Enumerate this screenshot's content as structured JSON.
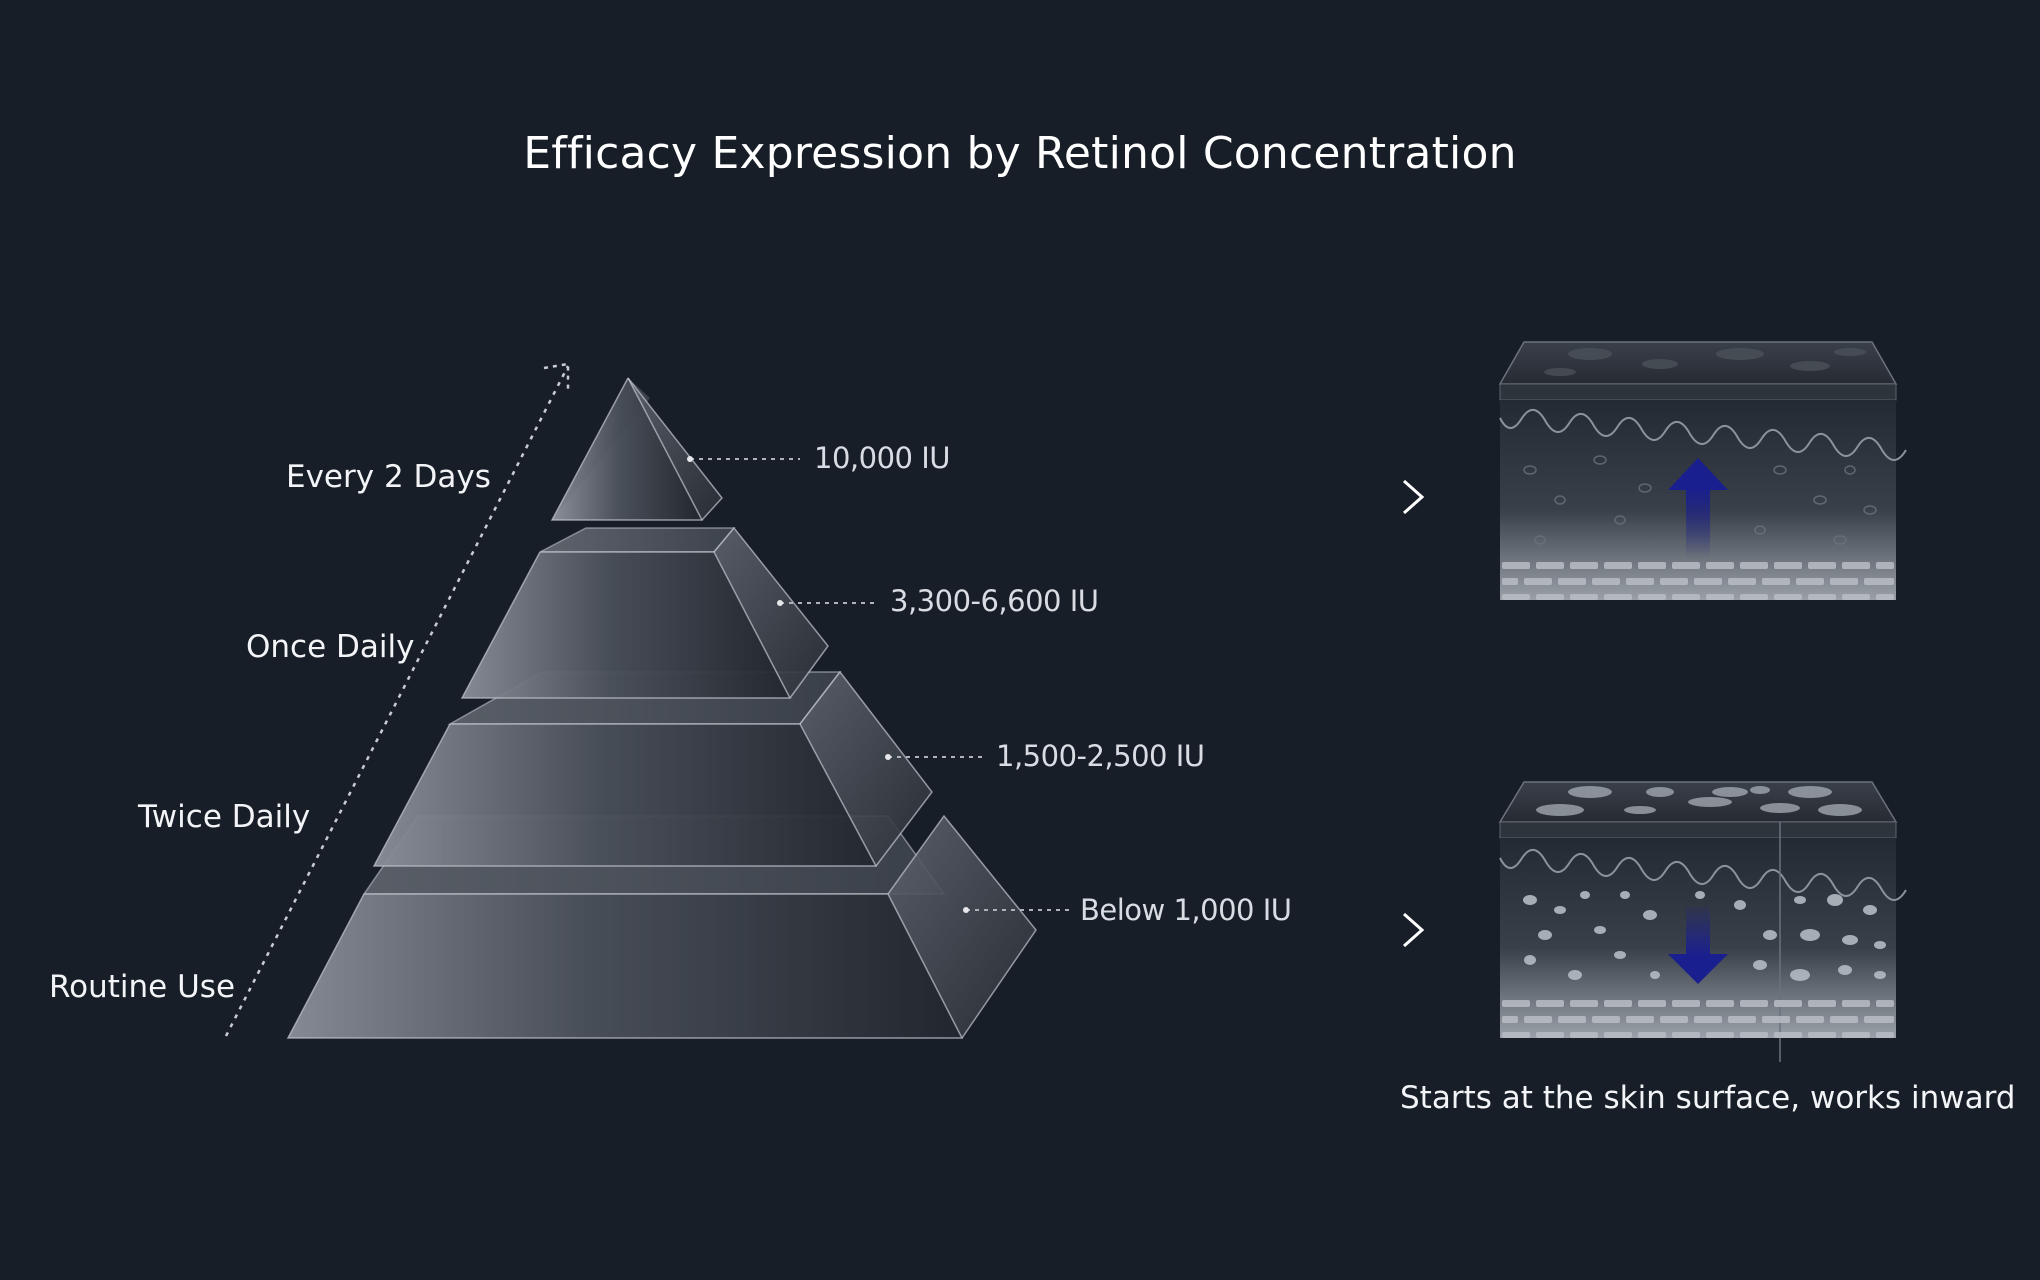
{
  "title": "Efficacy Expression by Retinol Concentration",
  "tiers": [
    {
      "frequency": "Every 2 Days",
      "concentration": "10,000 IU"
    },
    {
      "frequency": "Once Daily",
      "concentration": "3,300-6,600 IU"
    },
    {
      "frequency": "Twice Daily",
      "concentration": "1,500-2,500 IU"
    },
    {
      "frequency": "Routine Use",
      "concentration": "Below 1,000 IU"
    }
  ],
  "caption": "Starts at the skin surface, works inward",
  "skin_panels": [
    {
      "arrow_direction": "up",
      "arrow_color": "#1a1f8f"
    },
    {
      "arrow_direction": "down",
      "arrow_color": "#1a1f8f"
    }
  ],
  "colors": {
    "background": "#181e27",
    "text": "#ffffff",
    "accent_arrow": "#1a1f8f"
  }
}
